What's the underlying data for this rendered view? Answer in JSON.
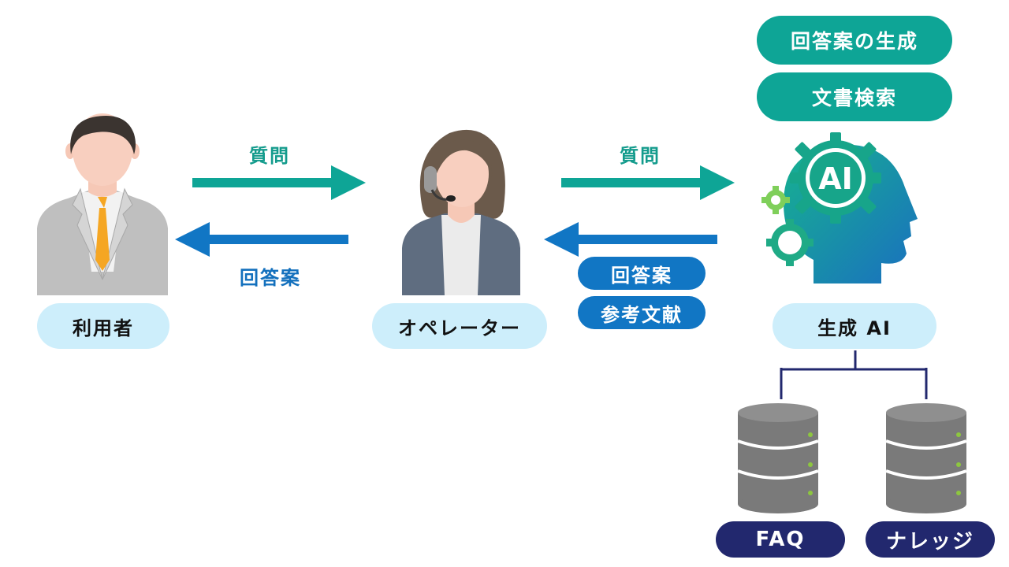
{
  "actors": {
    "user": {
      "label": "利用者",
      "icon": "businessman-icon"
    },
    "operator": {
      "label": "オペレーター",
      "icon": "operator-headset-icon"
    },
    "ai": {
      "label": "生成 AI",
      "icon": "ai-brain-gear-icon",
      "badge": "AI"
    }
  },
  "functions": [
    "回答案の生成",
    "文書検索"
  ],
  "flows": {
    "user_to_operator": {
      "label": "質問"
    },
    "operator_to_user": {
      "label": "回答案"
    },
    "operator_to_ai": {
      "label": "質問"
    },
    "ai_to_operator": {
      "labels": [
        "回答案",
        "参考文献"
      ]
    }
  },
  "databases": [
    {
      "label": "FAQ",
      "icon": "database-icon"
    },
    {
      "label": "ナレッジ",
      "icon": "database-icon"
    }
  ],
  "colors": {
    "teal": "#0ea596",
    "blue": "#1176c4",
    "light_blue": "#cdeefb",
    "navy": "#22286e",
    "db_gray": "#7a7a7a",
    "db_led": "#8dc63f"
  }
}
